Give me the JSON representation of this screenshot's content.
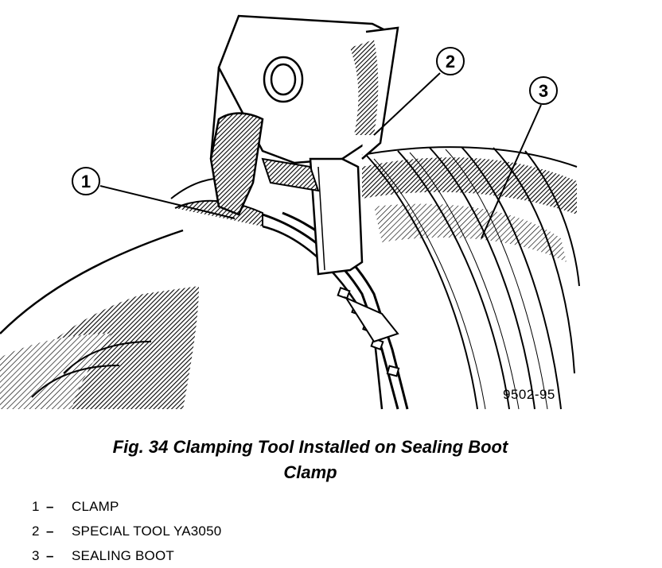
{
  "figure": {
    "callouts": [
      "1",
      "2",
      "3"
    ],
    "figure_id": "9502-95"
  },
  "caption": {
    "line1": "Fig. 34 Clamping Tool Installed on Sealing Boot",
    "line2": "Clamp"
  },
  "legend": [
    {
      "num": "1",
      "dash": "–",
      "text": "CLAMP"
    },
    {
      "num": "2",
      "dash": "–",
      "text": "SPECIAL TOOL YA3050"
    },
    {
      "num": "3",
      "dash": "–",
      "text": "SEALING BOOT"
    }
  ]
}
